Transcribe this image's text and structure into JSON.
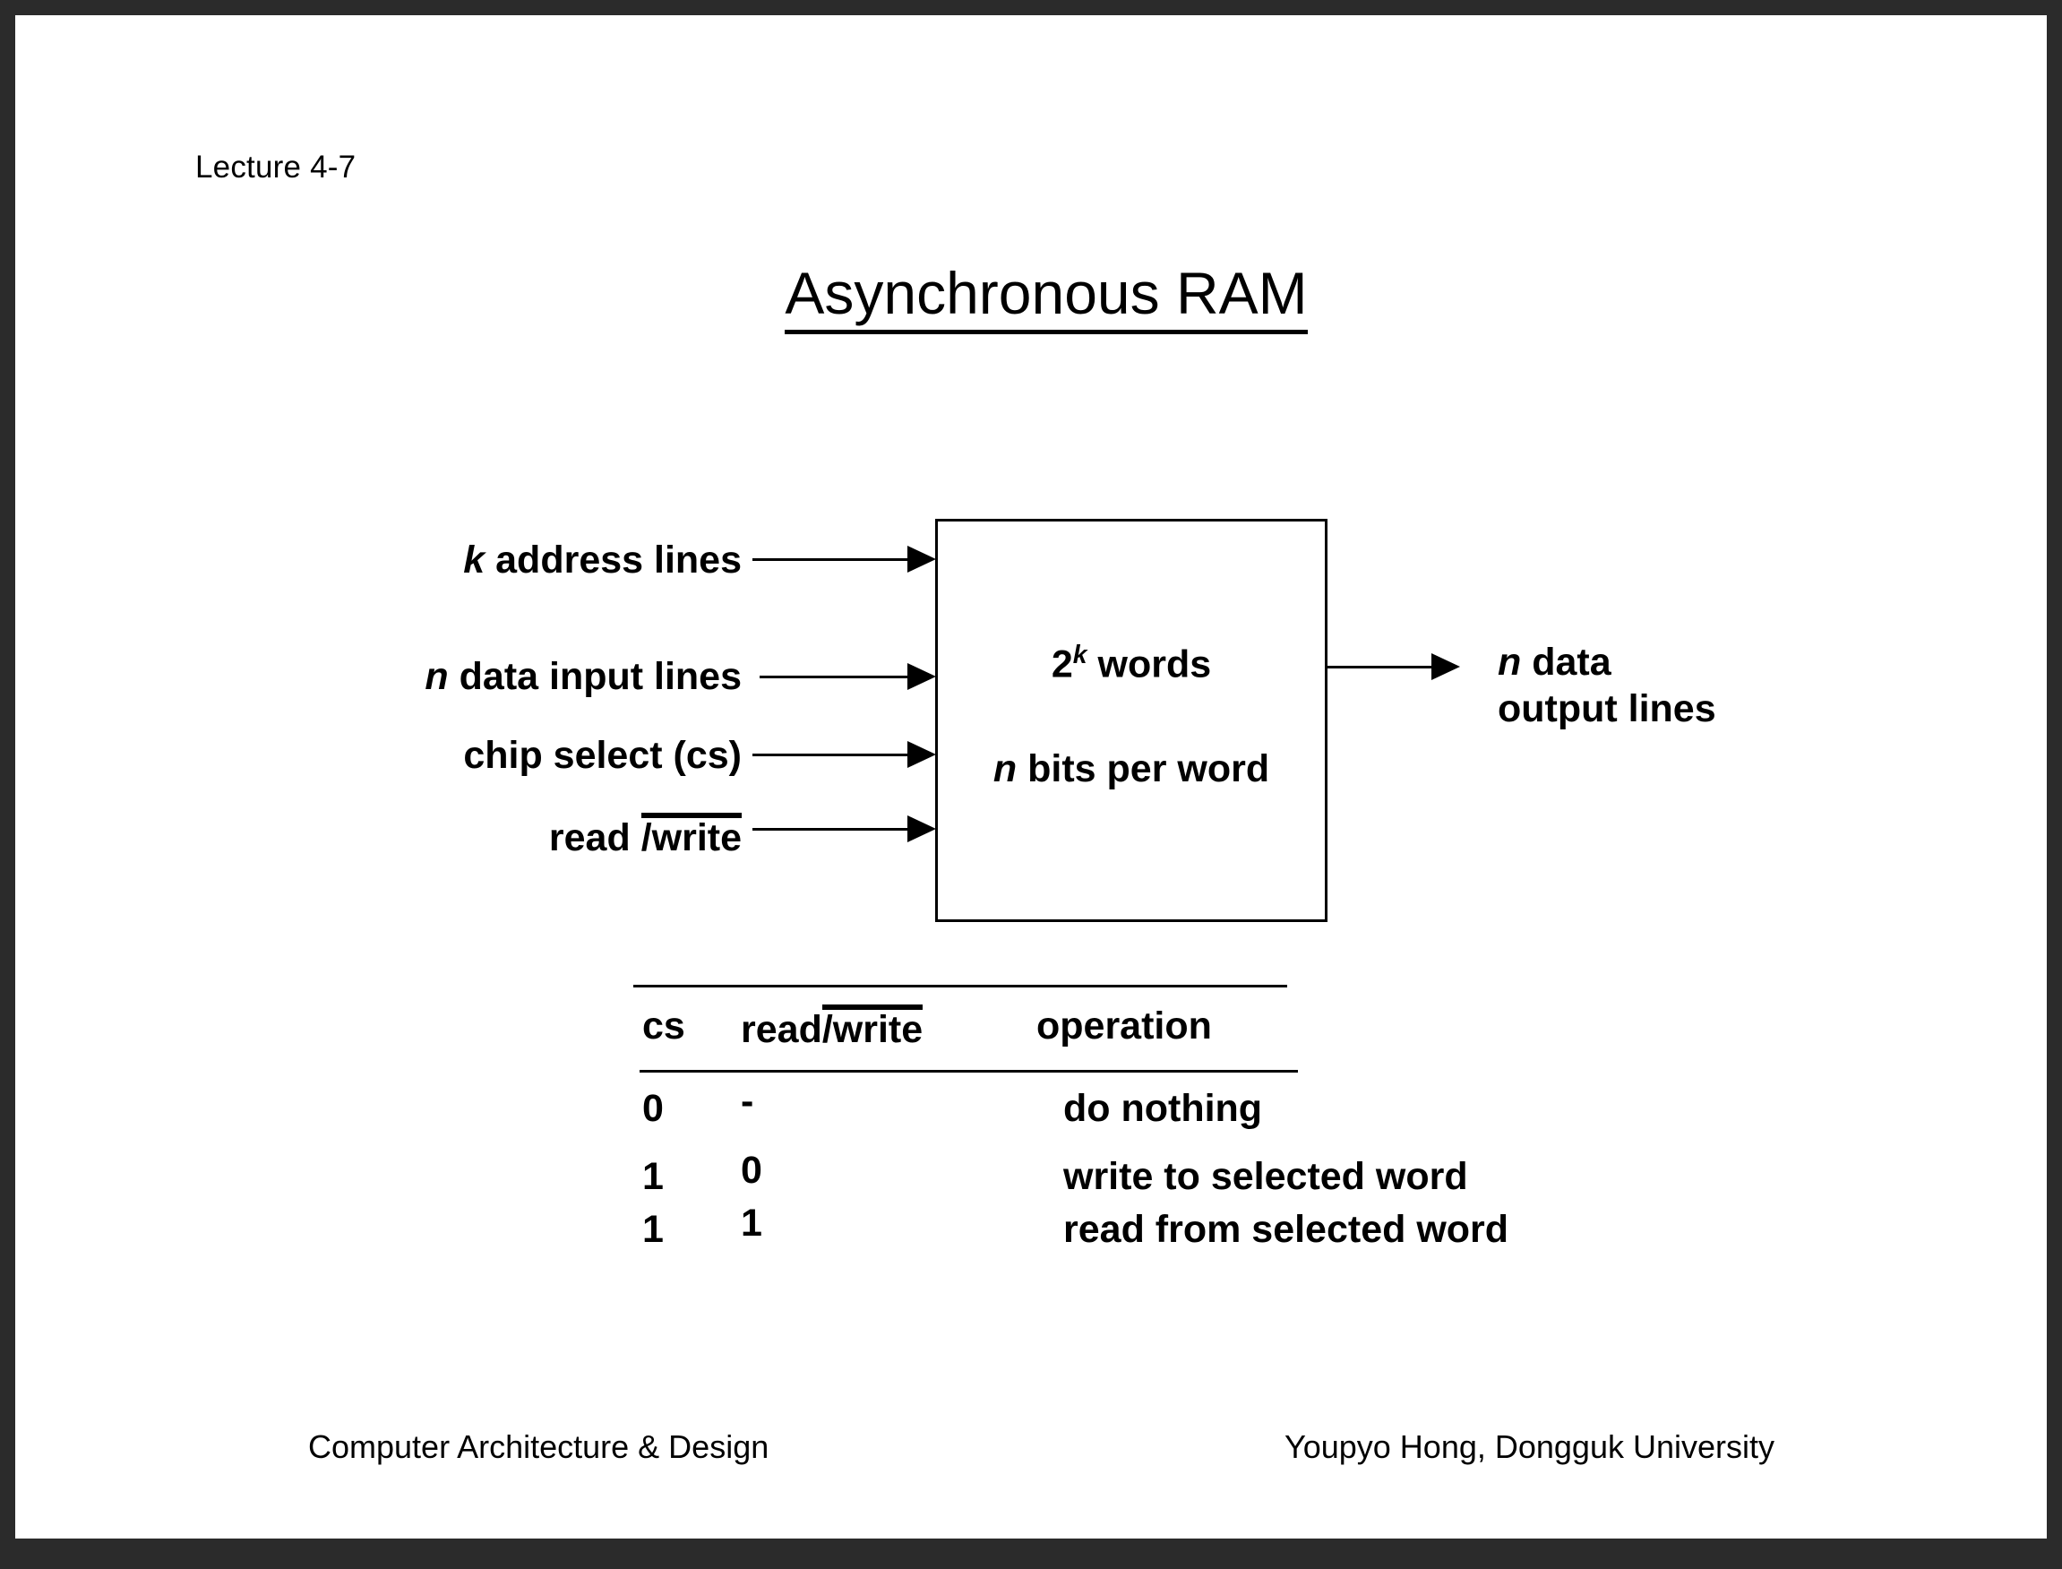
{
  "slide": {
    "lecture_tag": "Lecture 4-7",
    "title": "Asynchronous RAM",
    "background_color": "#ffffff",
    "frame_color": "#2b2b2b",
    "text_color": "#000000"
  },
  "diagram": {
    "inputs": [
      {
        "prefix": "k",
        "label": " address lines",
        "italic_prefix": true
      },
      {
        "prefix": "n",
        "label": " data input lines",
        "italic_prefix": true
      },
      {
        "prefix": "",
        "label": "chip select (cs)",
        "italic_prefix": false
      },
      {
        "prefix": "read ",
        "label": "/write",
        "italic_prefix": false,
        "overbar": true
      }
    ],
    "box": {
      "line1_base": "2",
      "line1_exp": "k",
      "line1_rest": " words",
      "line2_italic": "n",
      "line2_rest": " bits per word"
    },
    "output": {
      "line1_italic": "n",
      "line1_rest": " data",
      "line2": "output lines"
    }
  },
  "truth_table": {
    "headers": {
      "cs": "cs",
      "rw_prefix": "read",
      "rw_bar": "/write",
      "operation": "operation"
    },
    "rows": [
      {
        "cs": "0",
        "rw": "-",
        "operation": "do nothing"
      },
      {
        "cs": "1",
        "rw": "0",
        "operation": "write to selected word"
      },
      {
        "cs": "1",
        "rw": "1",
        "operation": "read from selected word"
      }
    ]
  },
  "footer": {
    "left": "Computer Architecture & Design",
    "right": "Youpyo Hong, Dongguk University"
  }
}
